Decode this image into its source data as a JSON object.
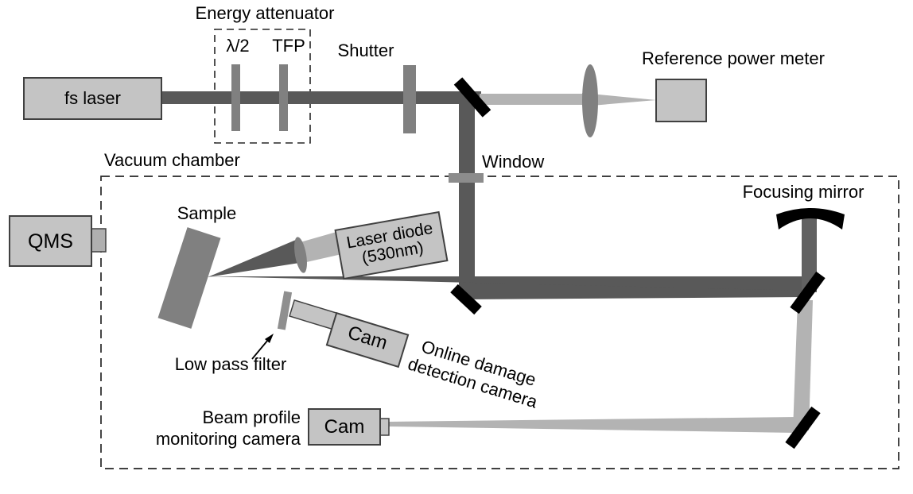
{
  "diagram": {
    "title_context": "Femtosecond laser damage-testing optical setup schematic",
    "labels": {
      "energy_attenuator": "Energy attenuator",
      "half_wave_plate": "λ/2",
      "tfp": "TFP",
      "shutter": "Shutter",
      "reference_power_meter": "Reference power meter",
      "fs_laser": "fs laser",
      "vacuum_chamber": "Vacuum chamber",
      "window": "Window",
      "focusing_mirror": "Focusing mirror",
      "qms": "QMS",
      "sample": "Sample",
      "laser_diode_line1": "Laser diode",
      "laser_diode_line2": "(530nm)",
      "low_pass_filter": "Low pass filter",
      "cam_damage": "Cam",
      "online_damage_line1": "Online damage",
      "online_damage_line2": "detection camera",
      "beam_profile_line1": "Beam profile",
      "beam_profile_line2": "monitoring camera",
      "cam_profile": "Cam"
    },
    "colors": {
      "beam_dark": "#595959",
      "beam_light": "#b3b3b3",
      "box_fill": "#c4c4c4",
      "box_border": "#404040",
      "optic_gray": "#808080",
      "window_gray": "#8c8c8c",
      "mirror_black": "#000000",
      "dash_line": "#262626",
      "background": "#ffffff",
      "text": "#000000"
    }
  }
}
